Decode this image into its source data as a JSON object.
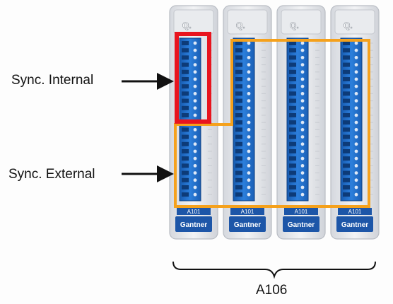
{
  "labels": {
    "sync_internal": "Sync. Internal",
    "sync_external": "Sync. External",
    "group": "A106"
  },
  "modules": [
    {
      "top_tag": "Q.",
      "model": "A101",
      "brand": "Gantner"
    },
    {
      "top_tag": "Q.",
      "model": "A101",
      "brand": "Gantner"
    },
    {
      "top_tag": "Q.",
      "model": "A101",
      "brand": "Gantner"
    },
    {
      "top_tag": "Q.",
      "model": "A101",
      "brand": "Gantner"
    }
  ],
  "colors": {
    "internal_outline": "#e8141e",
    "external_outline": "#f5a11c",
    "terminal_blue": "#1f6bc4",
    "module_body": "#e4e6ea",
    "brand_badge": "#1d56a8"
  }
}
